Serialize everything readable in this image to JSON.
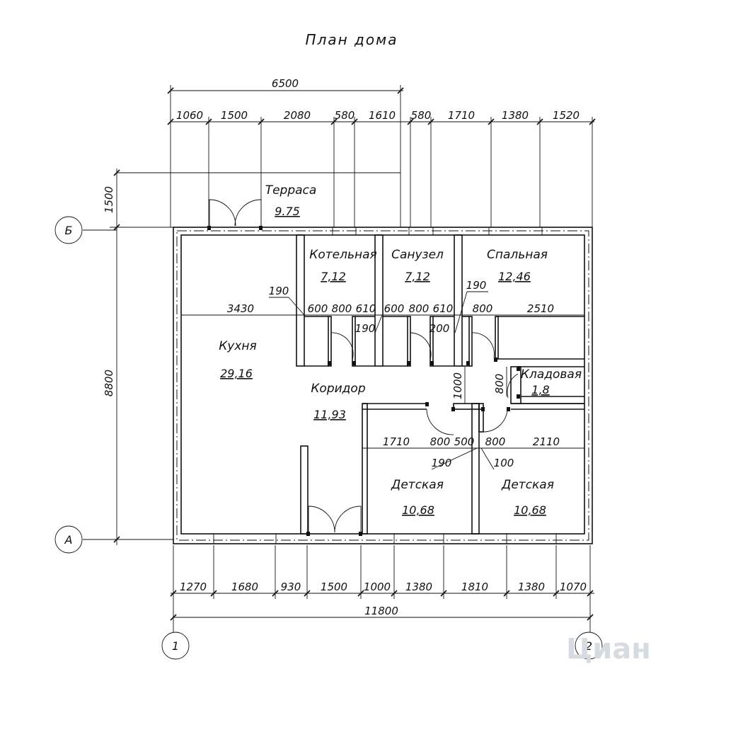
{
  "title": "План дома",
  "rooms": [
    {
      "name": "Терраса",
      "area": "9.75"
    },
    {
      "name": "Котельная",
      "area": "7,12"
    },
    {
      "name": "Санузел",
      "area": "7,12"
    },
    {
      "name": "Спальная",
      "area": "12,46"
    },
    {
      "name": "Кухня",
      "area": "29,16"
    },
    {
      "name": "Коридор",
      "area": "11,93"
    },
    {
      "name": "Кладовая",
      "area": "1,8"
    },
    {
      "name": "Детская",
      "area": "10,68"
    },
    {
      "name": "Детская",
      "area": "10,68"
    }
  ],
  "dims": {
    "top_total": "6500",
    "top_chain": [
      "1060",
      "1500",
      "2080",
      "580",
      "1610",
      "580",
      "1710",
      "1380",
      "1520"
    ],
    "left_terrace": "1500",
    "left_height": "8800",
    "bottom_chain": [
      "1270",
      "1680",
      "930",
      "1500",
      "1000",
      "1380",
      "1810",
      "1380",
      "1070"
    ],
    "bottom_total": "11800",
    "inner": {
      "d3430": "3430",
      "d190a": "190",
      "d600a": "600",
      "d800a": "800",
      "d610a": "610",
      "d600b": "600",
      "d800b": "800",
      "d610b": "610",
      "d190b": "190",
      "d200": "200",
      "d190c": "190",
      "d800c": "800",
      "d2510": "2510",
      "d1000": "1000",
      "d800d": "800",
      "d1710": "1710",
      "d800e": "800",
      "d500": "500",
      "d800f": "800",
      "d2110": "2110",
      "d190d": "190",
      "d100": "100"
    }
  },
  "axes": {
    "left_top": "Б",
    "left_bottom": "А",
    "bottom_left": "1",
    "bottom_right": "2"
  },
  "watermark": "Циан"
}
